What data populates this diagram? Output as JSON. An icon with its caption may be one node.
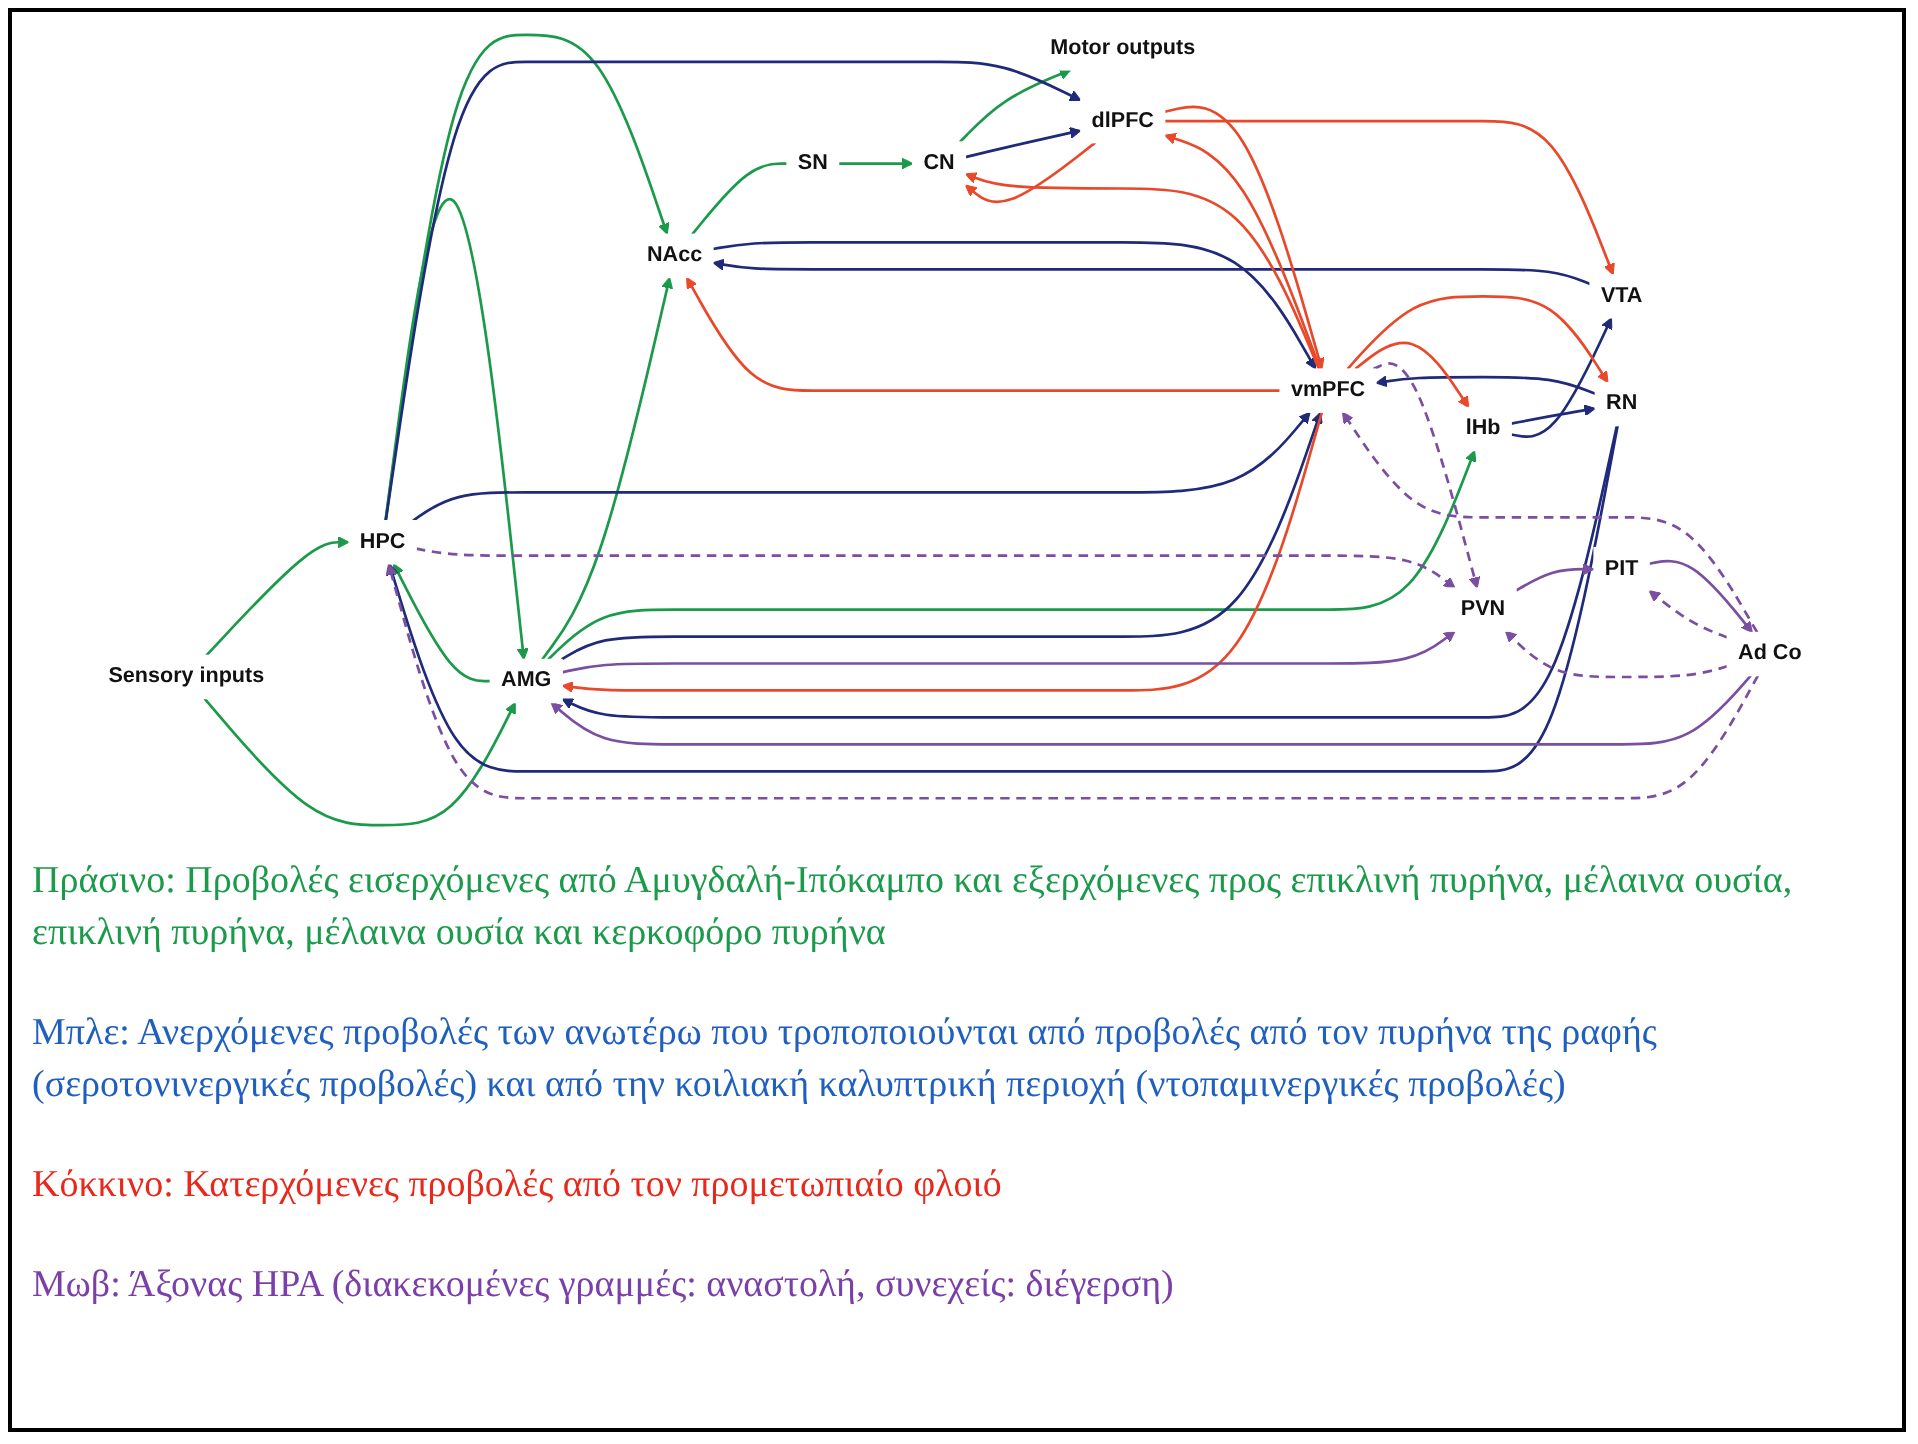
{
  "diagram": {
    "nodes": [
      {
        "text": [
          "Sensory inputs"
        ]
      },
      {
        "text": [
          "HPC"
        ]
      },
      {
        "text": [
          "vmPFC"
        ]
      },
      {
        "text": [
          "dlPFC"
        ]
      },
      {
        "text": [
          "AMG"
        ]
      },
      {
        "text": [
          "PVN"
        ]
      },
      {
        "text": [
          "PIT"
        ]
      },
      {
        "text": [
          "Ad Co"
        ]
      },
      {
        "text": [
          "RN"
        ]
      },
      {
        "text": [
          "lHb"
        ]
      },
      {
        "text": [
          "NAcc"
        ]
      },
      {
        "text": [
          "CN"
        ]
      },
      {
        "text": [
          "Motor outputs"
        ]
      },
      {
        "text": [
          "VTA"
        ]
      },
      {
        "text": [
          "SN"
        ]
      }
    ],
    "edges": [
      {
        "from": 0,
        "to": 1,
        "arrow": "to",
        "color": "#1a9a4a"
      },
      {
        "from": 0,
        "to": 4,
        "arrow": "to",
        "color": "#1a9a4a"
      },
      {
        "from": 1,
        "to": 4,
        "arrow": "to",
        "color": "#1a9a4a"
      },
      {
        "from": 4,
        "to": 1,
        "arrow": "to",
        "color": "#1a9a4a"
      },
      {
        "from": 1,
        "to": 10,
        "arrow": "to",
        "color": "#1a9a4a"
      },
      {
        "from": 4,
        "to": 10,
        "arrow": "to",
        "color": "#1a9a4a"
      },
      {
        "from": 4,
        "to": 9,
        "arrow": "to",
        "color": "#1a9a4a"
      },
      {
        "from": 11,
        "to": 12,
        "arrow": "to",
        "color": "#1a9a4a"
      },
      {
        "from": 10,
        "to": 14,
        "arrow": "none",
        "color": "#1a9a4a"
      },
      {
        "from": 14,
        "to": 11,
        "arrow": "to",
        "color": "#1a9a4a"
      },
      {
        "from": 1,
        "to": 3,
        "arrow": "to",
        "color": "#1f2a7a"
      },
      {
        "from": 1,
        "to": 2,
        "arrow": "to",
        "color": "#1f2a7a"
      },
      {
        "from": 4,
        "to": 2,
        "arrow": "to",
        "color": "#1f2a7a"
      },
      {
        "from": 8,
        "to": 1,
        "arrow": "to",
        "color": "#1f2a7a"
      },
      {
        "from": 8,
        "to": 4,
        "arrow": "to",
        "color": "#1f2a7a"
      },
      {
        "from": 8,
        "to": 2,
        "arrow": "to",
        "color": "#1f2a7a"
      },
      {
        "from": 10,
        "to": 2,
        "arrow": "to",
        "color": "#1f2a7a"
      },
      {
        "from": 11,
        "to": 3,
        "arrow": "to",
        "color": "#1f2a7a"
      },
      {
        "from": 9,
        "to": 8,
        "arrow": "to",
        "color": "#1f2a7a"
      },
      {
        "from": 9,
        "to": 13,
        "arrow": "to",
        "color": "#1f2a7a"
      },
      {
        "from": 13,
        "to": 10,
        "arrow": "to",
        "color": "#1f2a7a"
      },
      {
        "from": 3,
        "to": 2,
        "arrow": "to",
        "color": "#e8492a"
      },
      {
        "from": 2,
        "to": 3,
        "arrow": "to",
        "color": "#e8492a"
      },
      {
        "from": 2,
        "to": 4,
        "arrow": "to",
        "color": "#e8492a"
      },
      {
        "from": 2,
        "to": 8,
        "arrow": "to",
        "color": "#e8492a"
      },
      {
        "from": 2,
        "to": 9,
        "arrow": "to",
        "color": "#e8492a"
      },
      {
        "from": 2,
        "to": 10,
        "arrow": "to",
        "color": "#e8492a"
      },
      {
        "from": 2,
        "to": 11,
        "arrow": "to",
        "color": "#e8492a"
      },
      {
        "from": 3,
        "to": 11,
        "arrow": "to",
        "color": "#e8492a"
      },
      {
        "from": 3,
        "to": 13,
        "arrow": "to",
        "color": "#e8492a"
      },
      {
        "from": 7,
        "to": 2,
        "arrow": "to",
        "style": "dashed",
        "color": "#7a4ea0"
      },
      {
        "from": 7,
        "to": 1,
        "arrow": "to",
        "style": "dashed",
        "color": "#7a4ea0"
      },
      {
        "from": 1,
        "to": 5,
        "arrow": "to",
        "style": "dashed",
        "color": "#7a4ea0"
      },
      {
        "from": 2,
        "to": 5,
        "arrow": "to",
        "style": "dashed",
        "color": "#7a4ea0"
      },
      {
        "from": 7,
        "to": 5,
        "arrow": "to",
        "style": "dashed",
        "color": "#7a4ea0"
      },
      {
        "from": 7,
        "to": 6,
        "arrow": "to",
        "style": "dashed",
        "color": "#7a4ea0"
      },
      {
        "from": 4,
        "to": 5,
        "arrow": "to",
        "color": "#7a4ea0"
      },
      {
        "from": 5,
        "to": 6,
        "arrow": "to",
        "color": "#7a4ea0"
      },
      {
        "from": 6,
        "to": 7,
        "arrow": "to",
        "color": "#7a4ea0"
      },
      {
        "from": 7,
        "to": 4,
        "arrow": "to",
        "color": "#7a4ea0"
      }
    ],
    "labels": [
      "Πράσινο: Προβολές εισερχόμενες από Αμυγδαλή-Ιπόκαμπο και εξερχόμενες προς επικλινή πυρήνα, μέλαινα ουσία, επικλινή πυρήνα, μέλαινα ουσία και κερκοφόρο πυρήνα",
      "Μπλε: Ανερχόμενες προβολές των ανωτέρω που τροποποιούνται από προβολές από τον πυρήνα της ραφής (σεροτονινεργικές προβολές) και από την κοιλιακή καλυπτρική περιοχή (ντοπαμινεργικές προβολές)",
      "Κόκκινο: Κατερχόμενες προβολές από τον προμετωπιαίο φλοιό",
      "Μωβ: Άξονας HPA (διακεκομένες γραμμές: αναστολή, συνεχείς: διέγερση)"
    ]
  }
}
